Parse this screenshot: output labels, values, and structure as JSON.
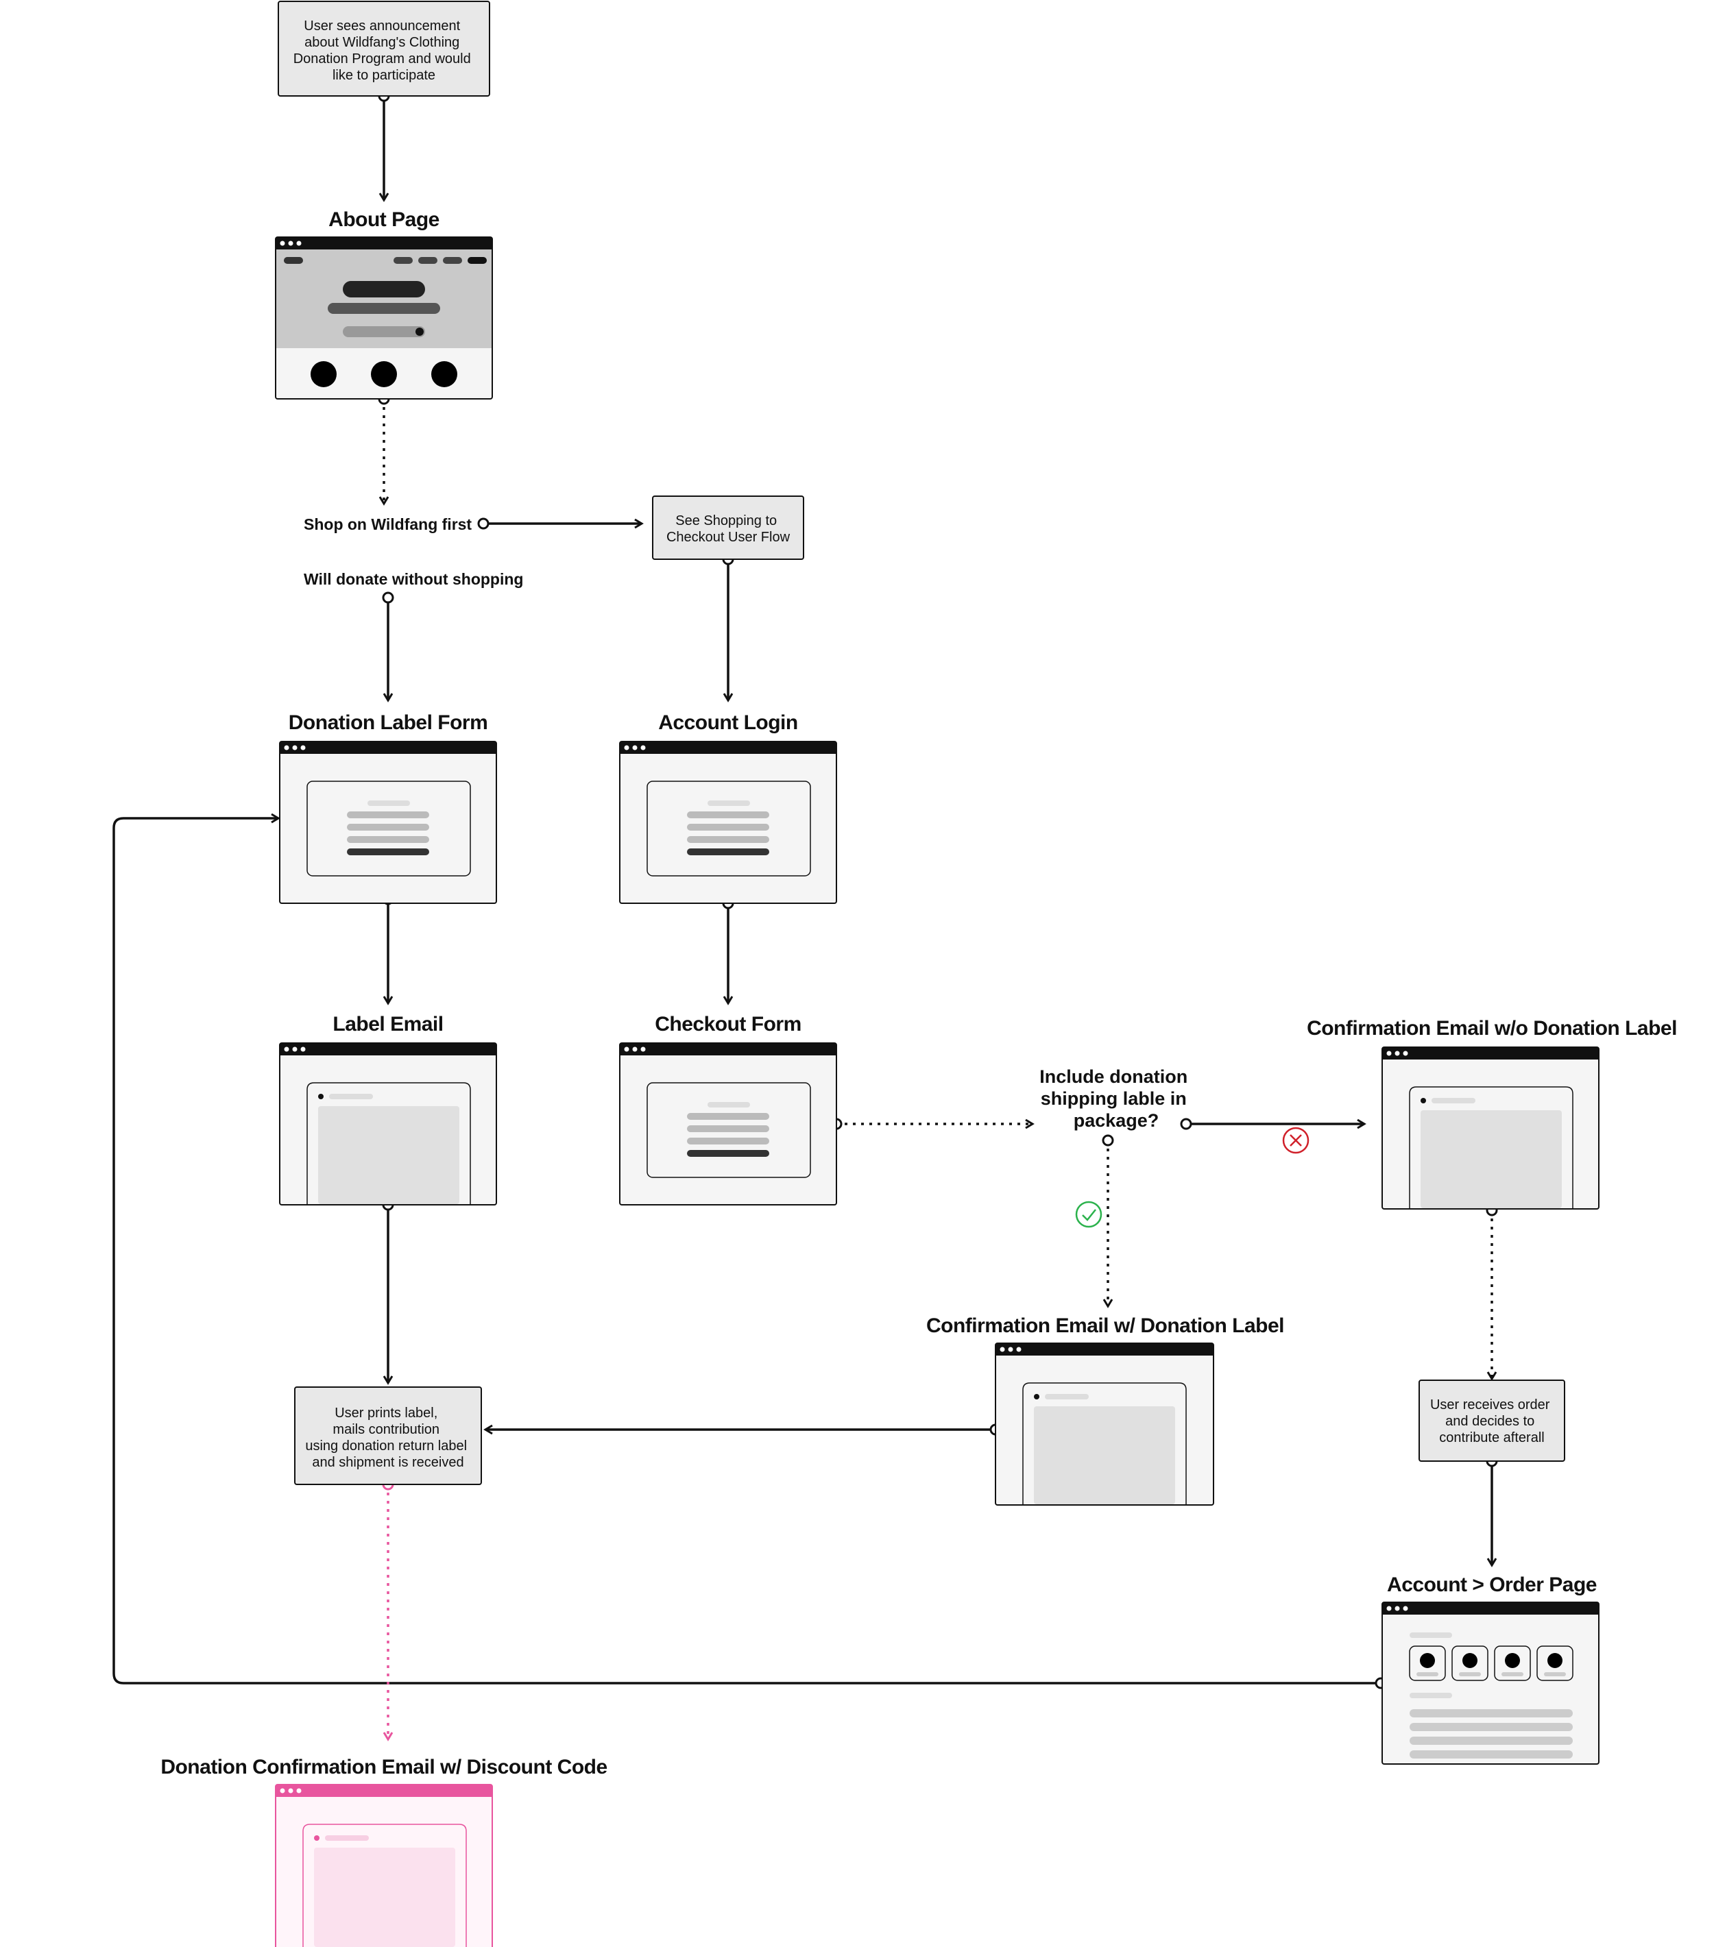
{
  "colors": {
    "accent_pink": "#e8559e",
    "yes_green": "#2bb24c",
    "no_red": "#d0202a",
    "box_fill": "#e8e8e8",
    "window_fill": "#f5f5f5"
  },
  "notes": {
    "start": [
      "User sees announcement",
      "about Wildfang's Clothing",
      "Donation Program and would",
      "like to participate"
    ],
    "shopping_flow": [
      "See Shopping to",
      "Checkout User Flow"
    ],
    "prints_label": [
      "User prints label,",
      "mails contribution",
      "using donation return label",
      "and shipment is received"
    ],
    "receives_order": [
      "User receives order",
      "and decides to",
      "contribute afterall"
    ]
  },
  "screens": {
    "about": "About Page",
    "donation_form": "Donation Label Form",
    "account_login": "Account Login",
    "label_email": "Label Email",
    "checkout_form": "Checkout Form",
    "confirm_without": "Confirmation Email w/o Donation Label",
    "confirm_with": "Confirmation Email w/ Donation Label",
    "order_page": "Account > Order Page",
    "donation_confirm": "Donation Confirmation Email w/ Discount Code"
  },
  "choices": {
    "shop_first": "Shop on Wildfang first",
    "donate_without": "Will donate without shopping"
  },
  "decision": [
    "Include donation",
    "shipping lable in",
    "package?"
  ],
  "decision_outcomes": {
    "yes_icon": "check-icon",
    "no_icon": "x-icon"
  }
}
